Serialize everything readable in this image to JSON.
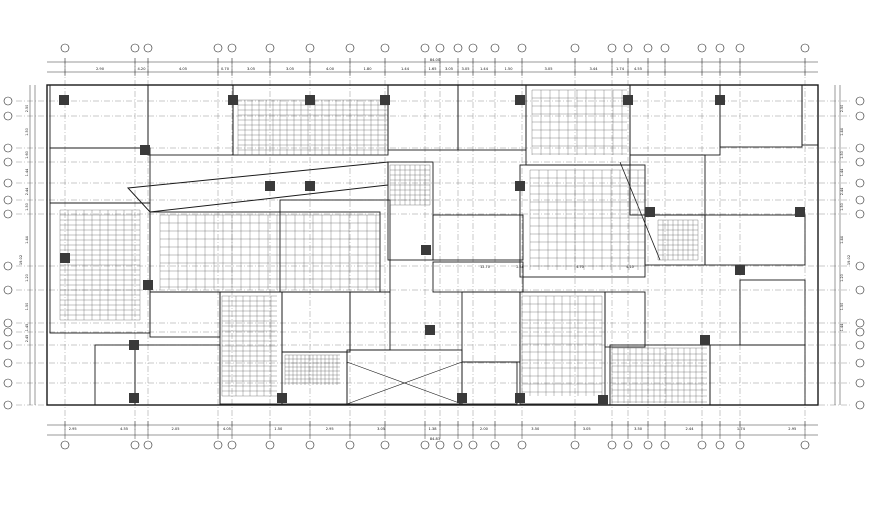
{
  "drawing": {
    "line_color": "#1a1a1a",
    "fill_color": "#3a3a3a",
    "hatch_color": "#555555",
    "background": "#ffffff"
  },
  "dimensions_top": [
    "2.90",
    "4.20",
    "4.05",
    "0.70",
    "3.05",
    "3.05",
    "4.00",
    "1.80",
    "1.44",
    "1.65",
    "3.05",
    "3.05",
    "1.44",
    "1.50",
    "3.05",
    "3.44",
    "1.74",
    "4.55"
  ],
  "dimensions_bottom": [
    "2.95",
    "4.55",
    "2.05",
    "4.05",
    "1.50",
    "2.95",
    "3.05",
    "1.38",
    "2.00",
    "3.50",
    "3.05",
    "3.50",
    "2.44",
    "1.74",
    "2.95"
  ],
  "overall_top": "84.00",
  "overall_bottom": "84.81",
  "left_dimensions": [
    "2.50",
    "1.50",
    "1.60",
    "1.44",
    "2.44",
    "1.50",
    "1.44",
    "1.20",
    "1.50",
    "1.45",
    "2.45"
  ],
  "right_dimensions": [
    "2.50",
    "1.44",
    "1.50",
    "1.44",
    "2.44",
    "1.50",
    "1.44",
    "1.20",
    "1.50",
    "1.44"
  ],
  "overall_left": "19.02",
  "overall_right": "19.02",
  "mid_dimensions": [
    "12.70",
    "2.58",
    "4.70",
    "4.10"
  ]
}
